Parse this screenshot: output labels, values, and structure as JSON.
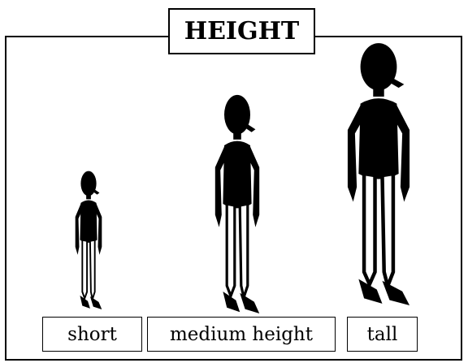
{
  "title": "HEIGHT",
  "figures": [
    {
      "label": "short",
      "icon": "short-person-icon"
    },
    {
      "label": "medium height",
      "icon": "medium-person-icon"
    },
    {
      "label": "tall",
      "icon": "tall-person-icon"
    }
  ],
  "colors": {
    "ink": "#000000",
    "background": "#ffffff"
  }
}
